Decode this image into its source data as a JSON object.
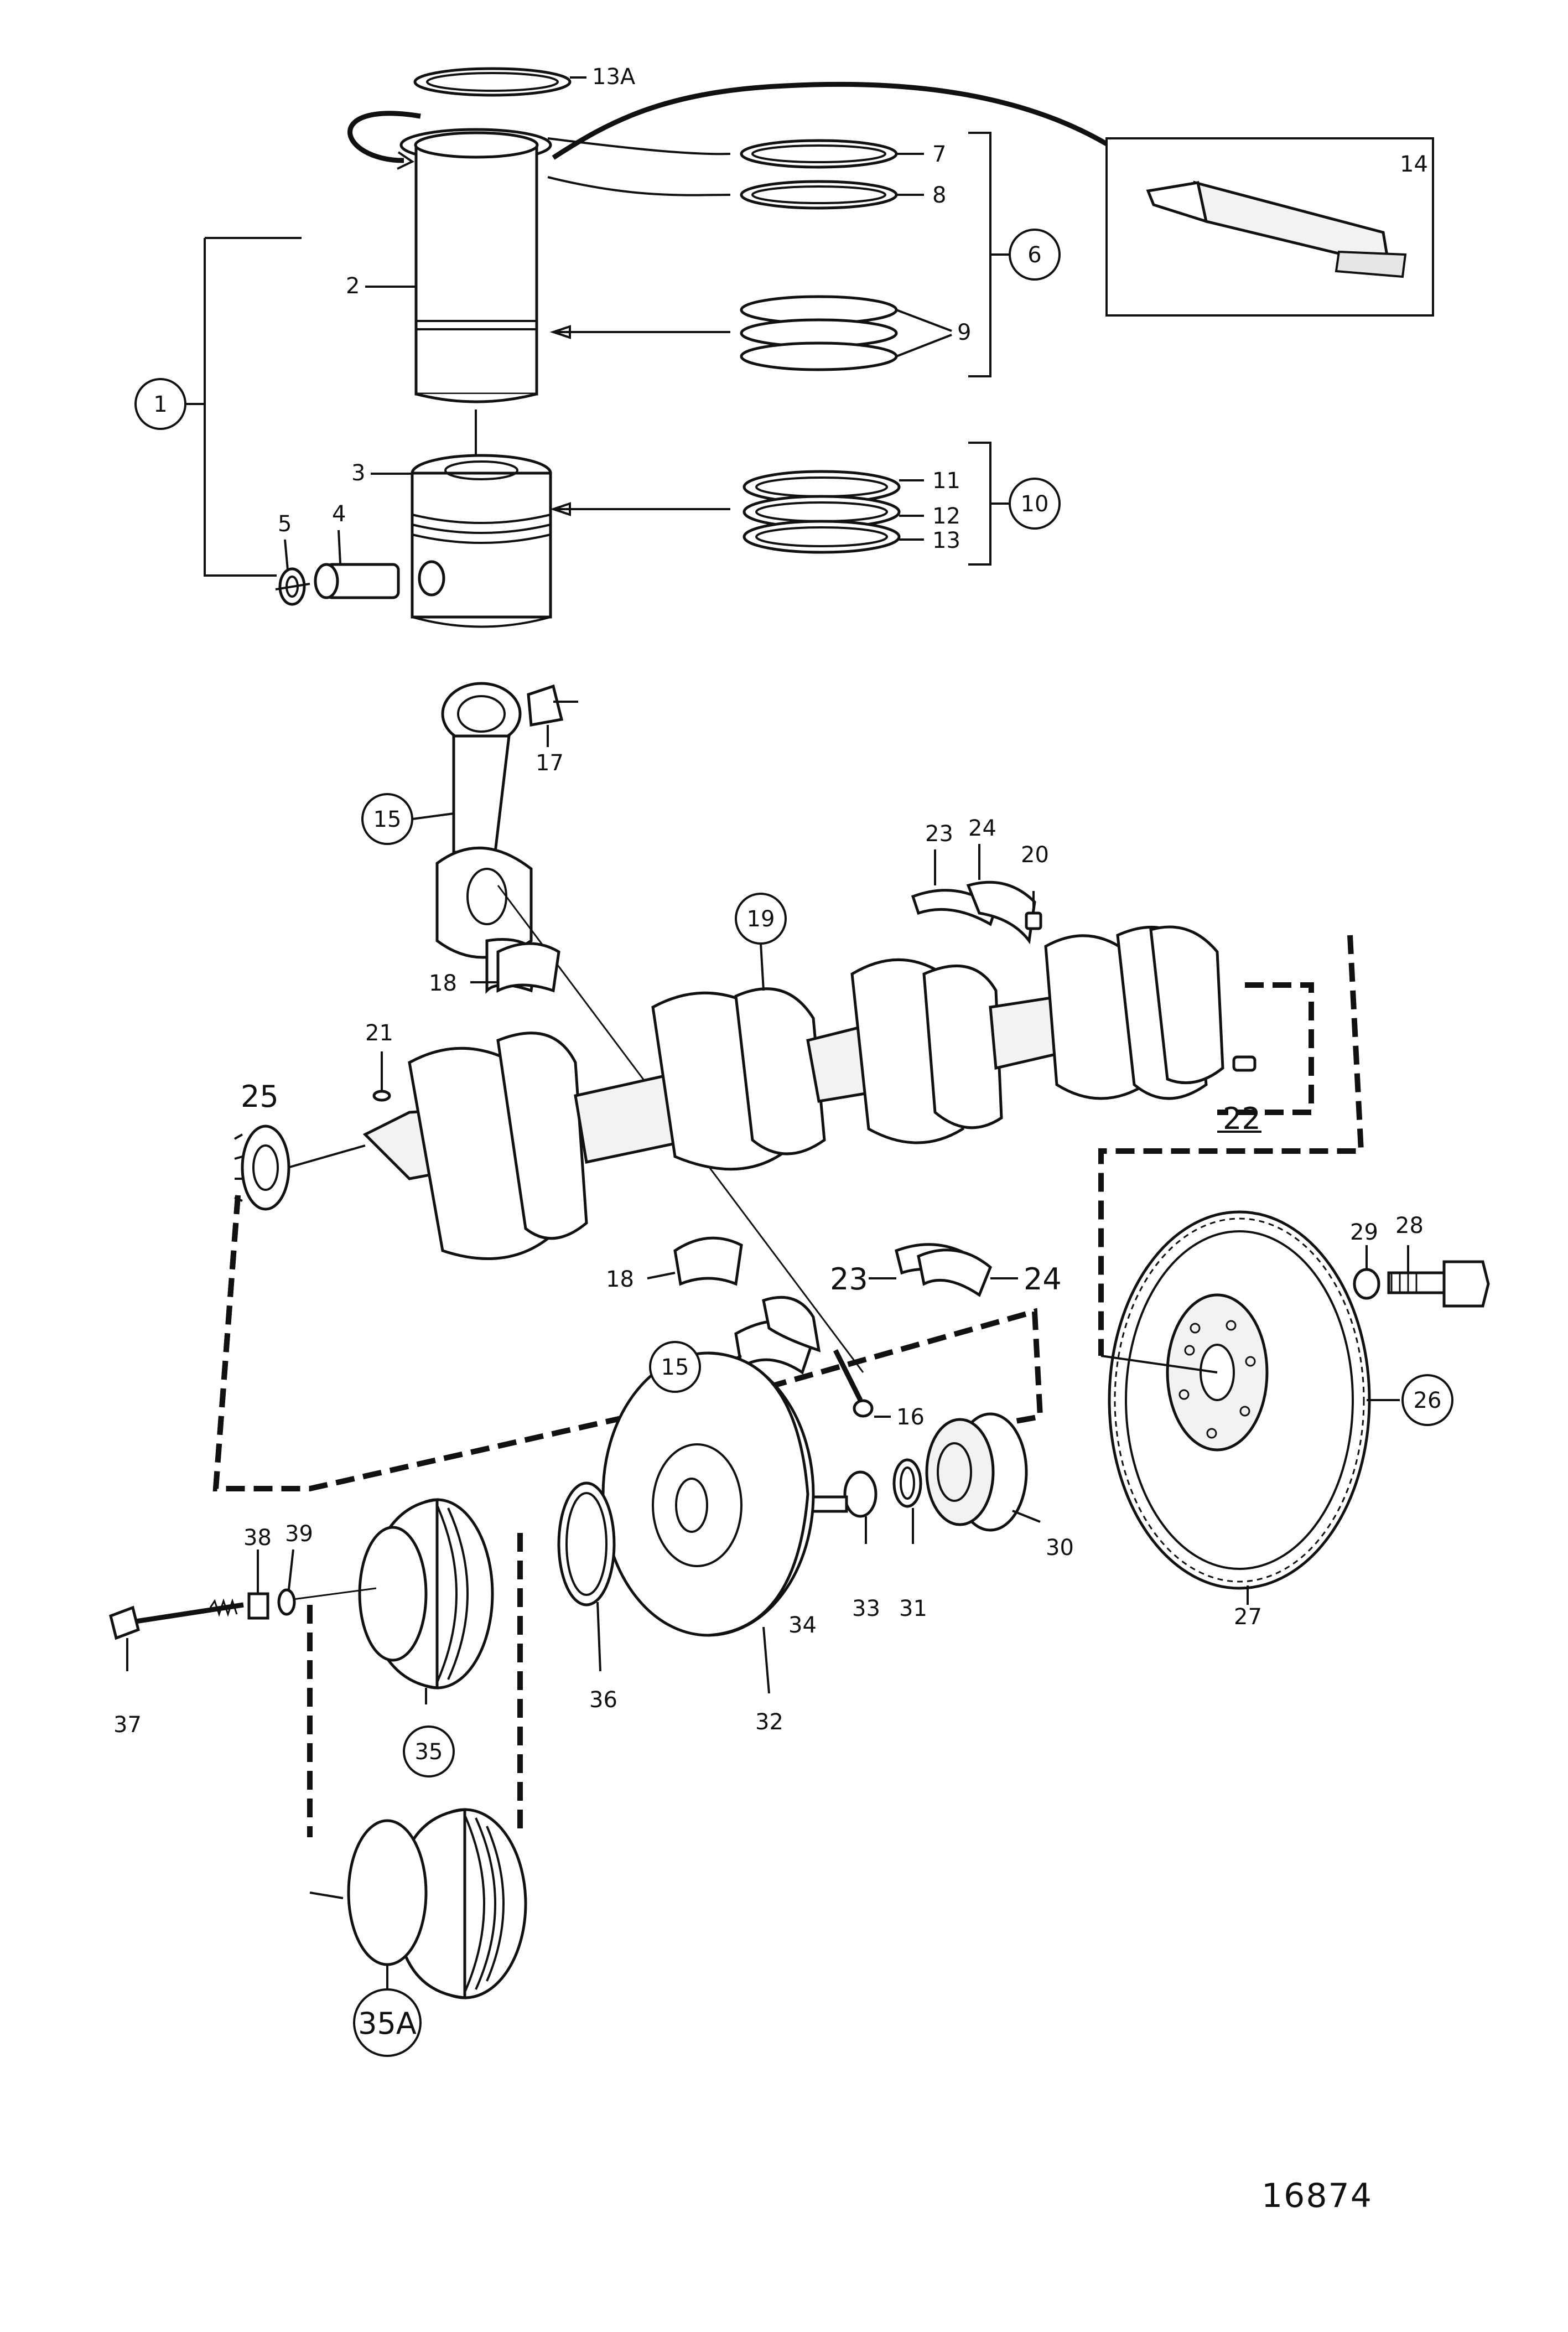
{
  "document_number": "16874",
  "callouts": {
    "c1": "1",
    "c2": "2",
    "c3": "3",
    "c4": "4",
    "c5": "5",
    "c6": "6",
    "c7": "7",
    "c8": "8",
    "c9": "9",
    "c10": "10",
    "c11": "11",
    "c12": "12",
    "c13": "13",
    "c13a": "13A",
    "c14": "14",
    "c15a": "15",
    "c15b": "15",
    "c16": "16",
    "c17": "17",
    "c18a": "18",
    "c18b": "18",
    "c19": "19",
    "c20": "20",
    "c21": "21",
    "c22": "22",
    "c23a": "23",
    "c23b": "23",
    "c24a": "24",
    "c24b": "24",
    "c25": "25",
    "c26": "26",
    "c27": "27",
    "c28": "28",
    "c29": "29",
    "c30": "30",
    "c31": "31",
    "c32": "32",
    "c33": "33",
    "c34": "34",
    "c35": "35",
    "c35a": "35A",
    "c36": "36",
    "c37": "37",
    "c38": "38",
    "c39": "39"
  }
}
